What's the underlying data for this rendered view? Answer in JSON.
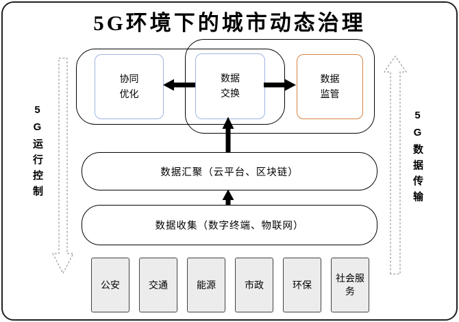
{
  "title": "5G环境下的城市动态治理",
  "side_flows": {
    "left": {
      "label": "5G运行控制",
      "direction": "down"
    },
    "right": {
      "label": "5G数据传输",
      "direction": "up"
    }
  },
  "governance_nodes": [
    {
      "line1": "协同",
      "line2": "优化",
      "border_color": "#9db4e2"
    },
    {
      "line1": "数据",
      "line2": "交换",
      "border_color": "#9db4e2"
    },
    {
      "line1": "数据",
      "line2": "监管",
      "border_color": "#d8823e"
    }
  ],
  "layers": [
    {
      "label": "数据汇聚（云平台、区块链）"
    },
    {
      "label": "数据收集（数字终端、物联网）"
    }
  ],
  "sources": [
    "公安",
    "交通",
    "能源",
    "市政",
    "环保",
    "社会服务"
  ],
  "colors": {
    "node_blue_border": "#9db4e2",
    "node_orange_border": "#d8823e",
    "source_fill": "#ececec",
    "source_border": "#404040",
    "outline": "#000000",
    "dashed_arrow": "#999999",
    "solid_arrow": "#000000"
  }
}
